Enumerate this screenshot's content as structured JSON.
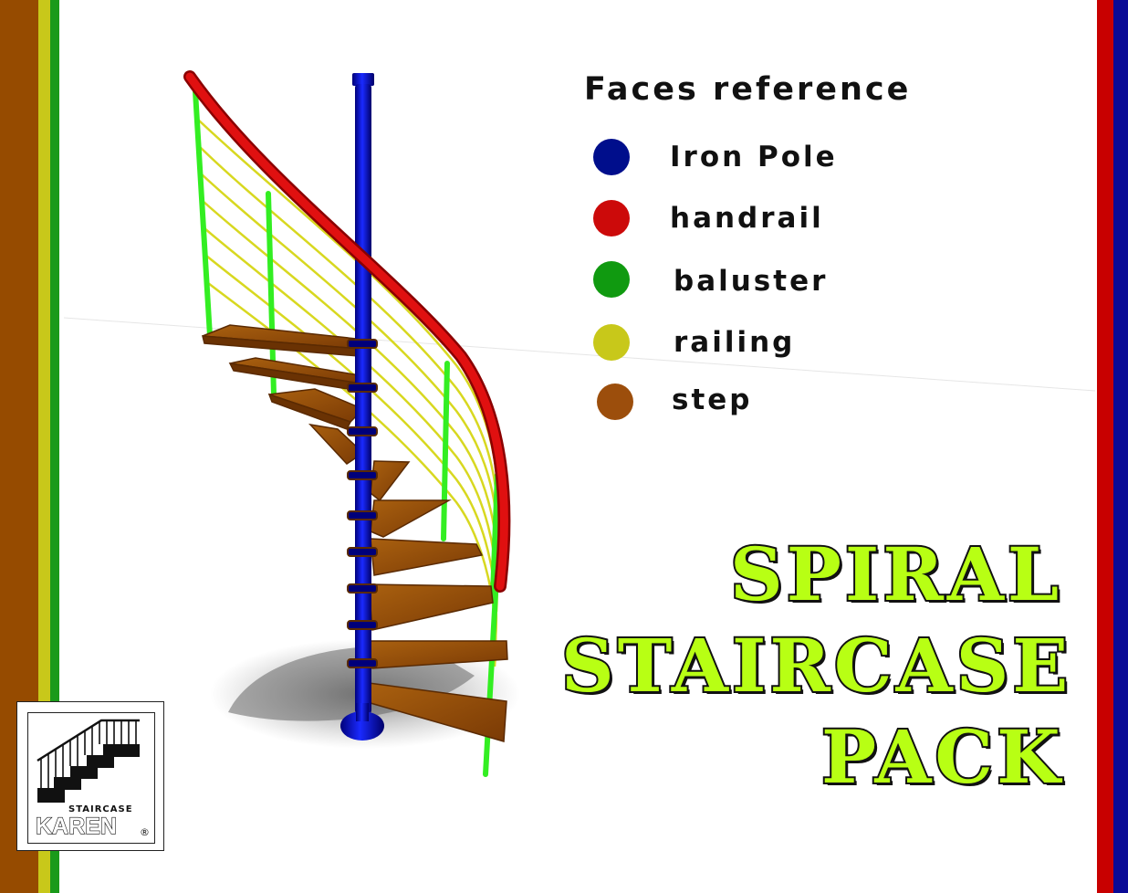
{
  "legend": {
    "title": "Faces reference",
    "items": [
      {
        "label": "Iron Pole",
        "color": "#000e8c"
      },
      {
        "label": "handrail",
        "color": "#cc0a0a"
      },
      {
        "label": "baluster",
        "color": "#109a10"
      },
      {
        "label": "railing",
        "color": "#c8c81a"
      },
      {
        "label": "step",
        "color": "#9c4e0c"
      }
    ]
  },
  "title": {
    "line1": "SPIRAL",
    "line2": "STAIRCASE",
    "line3": "PACK",
    "color": "#b8ff14"
  },
  "logo": {
    "word1": "STAIRCASE",
    "word2": "KAREN",
    "mark": "®"
  },
  "colors": {
    "pole": "#0a14c8",
    "handrail": "#e01010",
    "baluster": "#33ee22",
    "railing": "#d8d820",
    "step": "#9c4e0c",
    "stripe_brown": "#964b00",
    "stripe_yellow": "#c8c81a",
    "stripe_green": "#1a9a1a",
    "stripe_red": "#c80000",
    "stripe_blue": "#0a0a96"
  }
}
